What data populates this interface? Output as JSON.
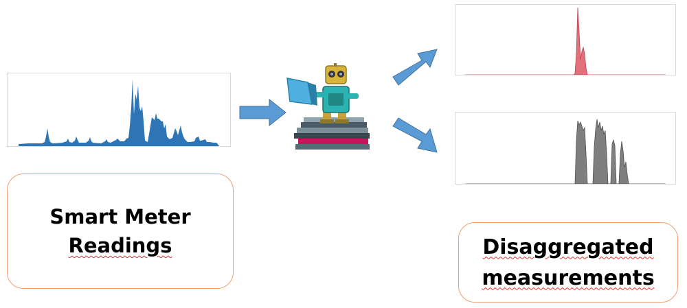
{
  "labels": {
    "input_line1": "Smart Meter",
    "input_line2": "Readings",
    "output_line1": "Disaggregated",
    "output_line2": "measurements"
  },
  "colors": {
    "aggregate": "#2e75b6",
    "appliance_1": "#e0707a",
    "appliance_2": "#808080",
    "arrow": "#5b9bd5",
    "box_border": "#f0a070"
  },
  "icons": {
    "robot": "robot-reading-book-icon",
    "arrows": "right-arrow-icon"
  }
}
